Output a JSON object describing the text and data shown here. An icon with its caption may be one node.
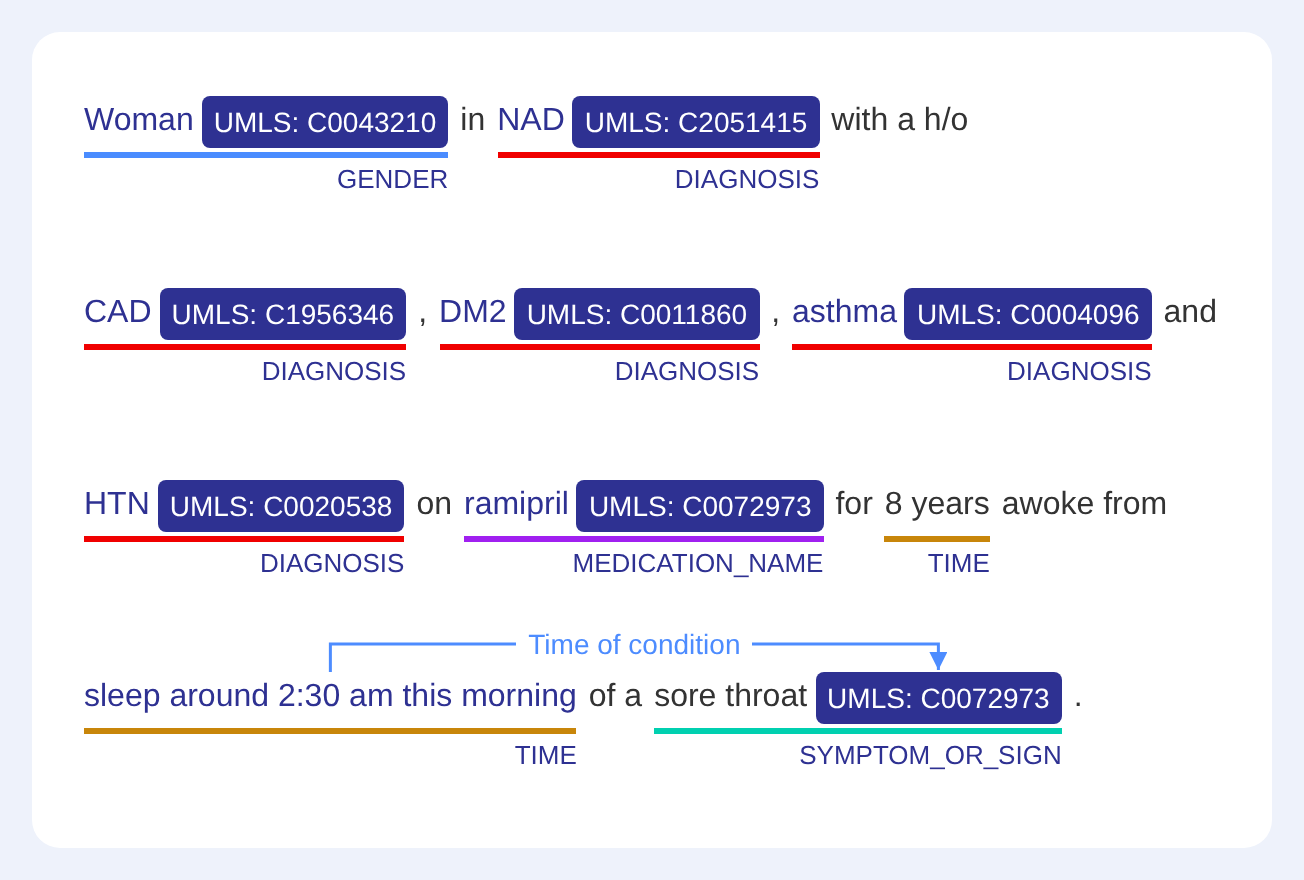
{
  "diagram": {
    "nodes": [
      {
        "text": [
          "Woman",
          "UMLS: C0043210"
        ],
        "beside": [
          "GENDER"
        ]
      },
      {
        "text": [
          "NAD",
          "UMLS: C2051415"
        ],
        "beside": [
          "DIAGNOSIS"
        ]
      },
      {
        "text": [
          "CAD",
          "UMLS: C1956346"
        ],
        "beside": [
          "DIAGNOSIS"
        ]
      },
      {
        "text": [
          "DM2",
          "UMLS: C0011860"
        ],
        "beside": [
          "DIAGNOSIS"
        ]
      },
      {
        "text": [
          "asthma",
          "UMLS: C0004096"
        ],
        "beside": [
          "DIAGNOSIS"
        ]
      },
      {
        "text": [
          "HTN",
          "UMLS: C0020538"
        ],
        "beside": [
          "DIAGNOSIS"
        ]
      },
      {
        "text": [
          "ramipril",
          "UMLS: C0072973"
        ],
        "beside": [
          "MEDICATION_NAME"
        ]
      },
      {
        "text": [
          "8 years"
        ],
        "beside": [
          "TIME"
        ]
      },
      {
        "text": [
          "sleep around 2:30 am this morning"
        ],
        "beside": [
          "TIME"
        ]
      },
      {
        "text": [
          "sore throat",
          "UMLS: C0072973"
        ],
        "beside": [
          "SYMPTOM_OR_SIGN"
        ]
      }
    ],
    "edges": [
      {
        "from": 8,
        "to": 9,
        "arrow": "to",
        "label": "Time of condition"
      }
    ],
    "labels": [
      "in",
      "with a h/o",
      ",",
      ",",
      "and",
      "on",
      "for",
      "awoke from",
      "of a",
      "."
    ]
  }
}
